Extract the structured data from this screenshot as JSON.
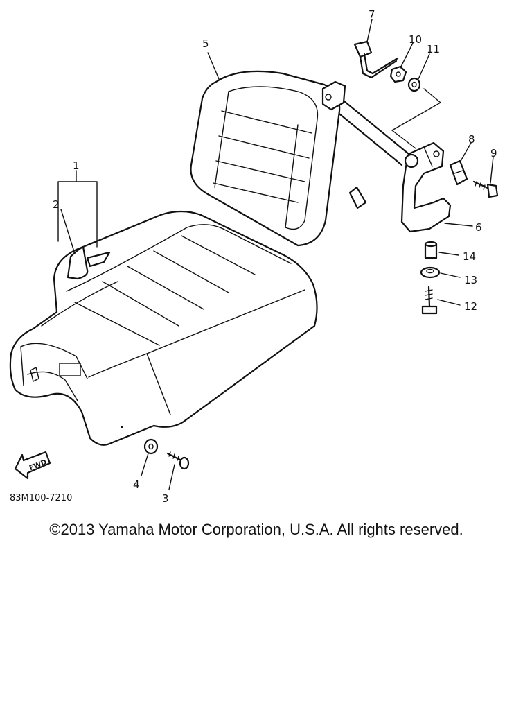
{
  "diagram": {
    "part_numbers": [
      "1",
      "2",
      "3",
      "4",
      "5",
      "6",
      "7",
      "8",
      "9",
      "10",
      "11",
      "12",
      "13",
      "14"
    ],
    "drawing_code": "83M100-7210",
    "fwd_label": "FWD",
    "icons": [
      "seat-cushion",
      "seat-backrest",
      "backrest-bracket",
      "fwd-arrow-icon"
    ]
  },
  "footer": {
    "copyright": "©2013 Yamaha Motor Corporation, U.S.A. All rights reserved."
  }
}
